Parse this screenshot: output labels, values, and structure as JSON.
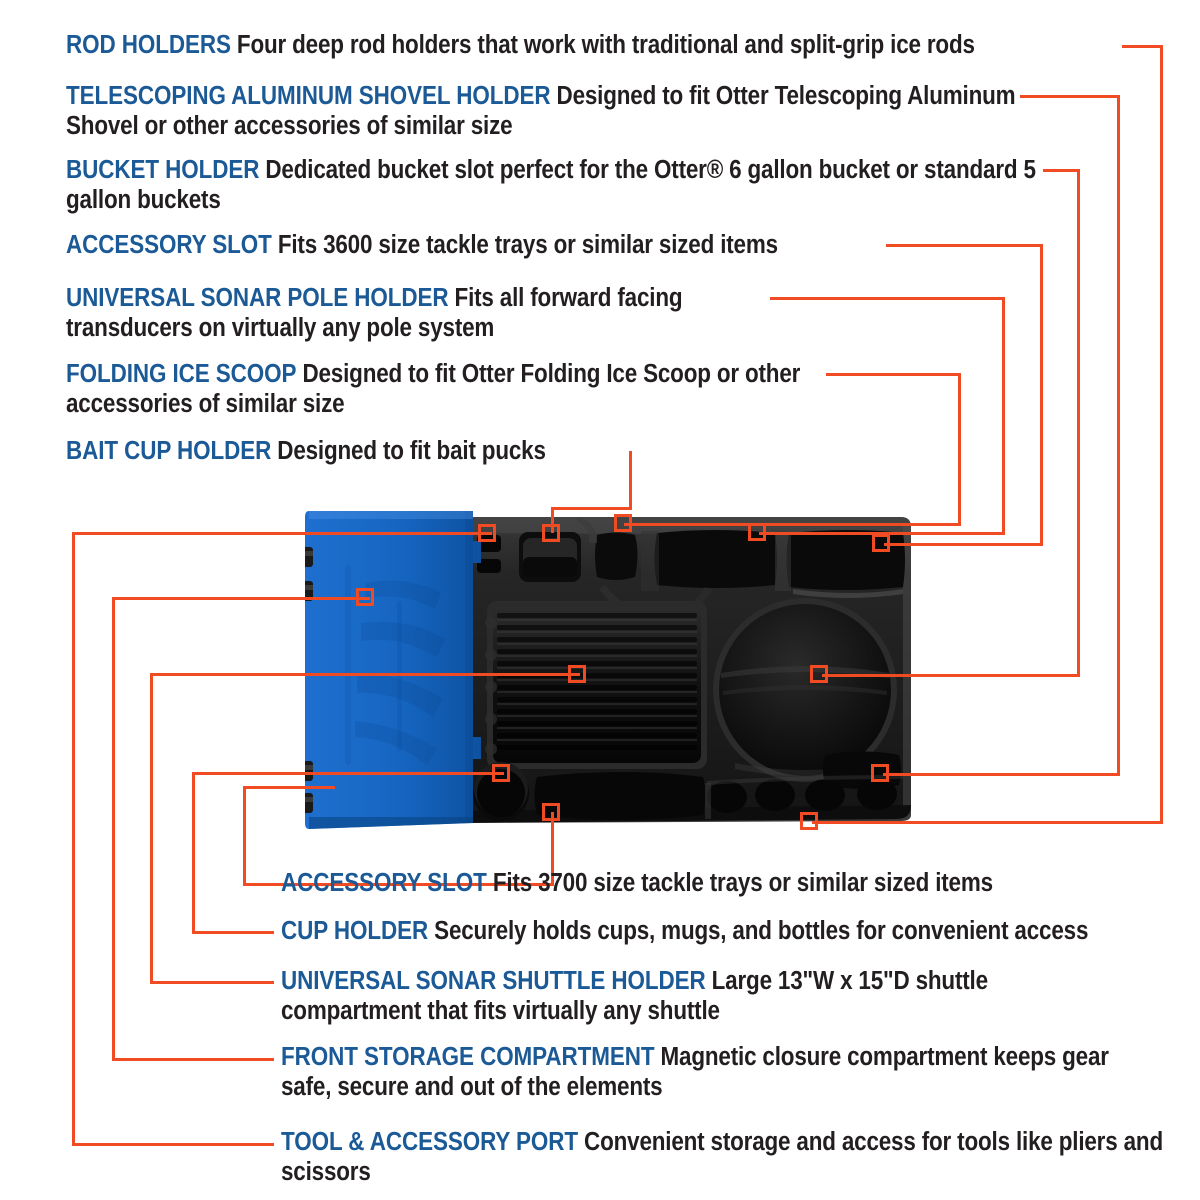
{
  "colors": {
    "heading_blue": "#1b5a96",
    "body_black": "#231f20",
    "leader_orange": "#f04b23",
    "product_blue": "#1565c0",
    "product_black": "#1a1a1a",
    "background": "#ffffff"
  },
  "callouts": {
    "rod_holders": {
      "heading": "ROD HOLDERS",
      "body": "Four deep rod holders that work with traditional and split-grip ice rods"
    },
    "telescoping_shovel": {
      "heading": "TELESCOPING ALUMINUM SHOVEL HOLDER",
      "body": "Designed to fit Otter Telescoping Aluminum Shovel or other accessories of similar size"
    },
    "bucket_holder": {
      "heading": "BUCKET HOLDER",
      "body": "Dedicated bucket slot perfect for the Otter® 6 gallon bucket or standard 5 gallon buckets"
    },
    "accessory_slot_3600": {
      "heading": "ACCESSORY SLOT",
      "body": "Fits 3600 size tackle trays or similar sized items"
    },
    "sonar_pole_holder": {
      "heading": "UNIVERSAL SONAR POLE HOLDER",
      "body": "Fits all forward facing transducers on virtually any pole system"
    },
    "folding_ice_scoop": {
      "heading": "FOLDING ICE SCOOP",
      "body": "Designed to fit Otter Folding Ice Scoop or other accessories of similar size"
    },
    "bait_cup_holder": {
      "heading": "BAIT CUP HOLDER",
      "body": "Designed to fit bait pucks"
    },
    "accessory_slot_3700": {
      "heading": "ACCESSORY SLOT",
      "body": "Fits 3700 size tackle trays or similar sized items"
    },
    "cup_holder": {
      "heading": "CUP HOLDER",
      "body": "Securely holds cups, mugs, and bottles for convenient access"
    },
    "sonar_shuttle_holder": {
      "heading": "UNIVERSAL SONAR SHUTTLE HOLDER",
      "body": "Large 13\"W x 15\"D shuttle compartment that fits virtually any shuttle"
    },
    "front_storage": {
      "heading": "FRONT STORAGE COMPARTMENT",
      "body": "Magnetic closure compartment keeps gear safe, secure and out of the elements"
    },
    "tool_accessory_port": {
      "heading": "TOOL & ACCESSORY PORT",
      "body": "Convenient storage and access for tools like pliers and scissors"
    }
  },
  "product": {
    "name": "ice-fishing-sled-accessory-tray",
    "lid_color": "#1565c0",
    "tray_color": "#1a1a1a"
  }
}
